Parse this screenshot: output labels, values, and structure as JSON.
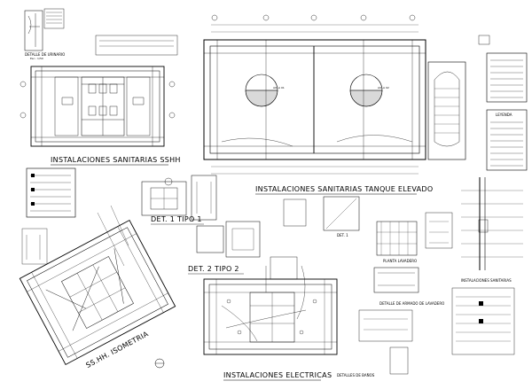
{
  "sheet": {
    "titles": {
      "sanitarias_sshh": "INSTALACIONES SANITARIAS SSHH",
      "tanque_elevado": "INSTALACIONES SANITARIAS TANQUE ELEVADO",
      "electricas": "INSTALACIONES ELECTRICAS",
      "isometria": "SS.HH. ISOMETRIA",
      "sanitarias_right": "INSTALACIONES SANITARIAS",
      "det1_tipo1": "DET. 1 TIPO 1",
      "det2_tipo2": "DET. 2 TIPO 2",
      "detalle_urinario": "DETALLE DE URINARIO",
      "leyenda": "LEYENDA",
      "planta_lavadero": "PLANTA LAVADERO",
      "detalle_armado_lavadero": "DETALLE DE ARMADO DE LAVADERO",
      "detalles_banos": "DETALLES DE BAÑOS",
      "det1": "DET. 1",
      "aula_a": "AULA 01",
      "aula_b": "AULA 02"
    },
    "scale_note": "Esc.: 1/50"
  }
}
